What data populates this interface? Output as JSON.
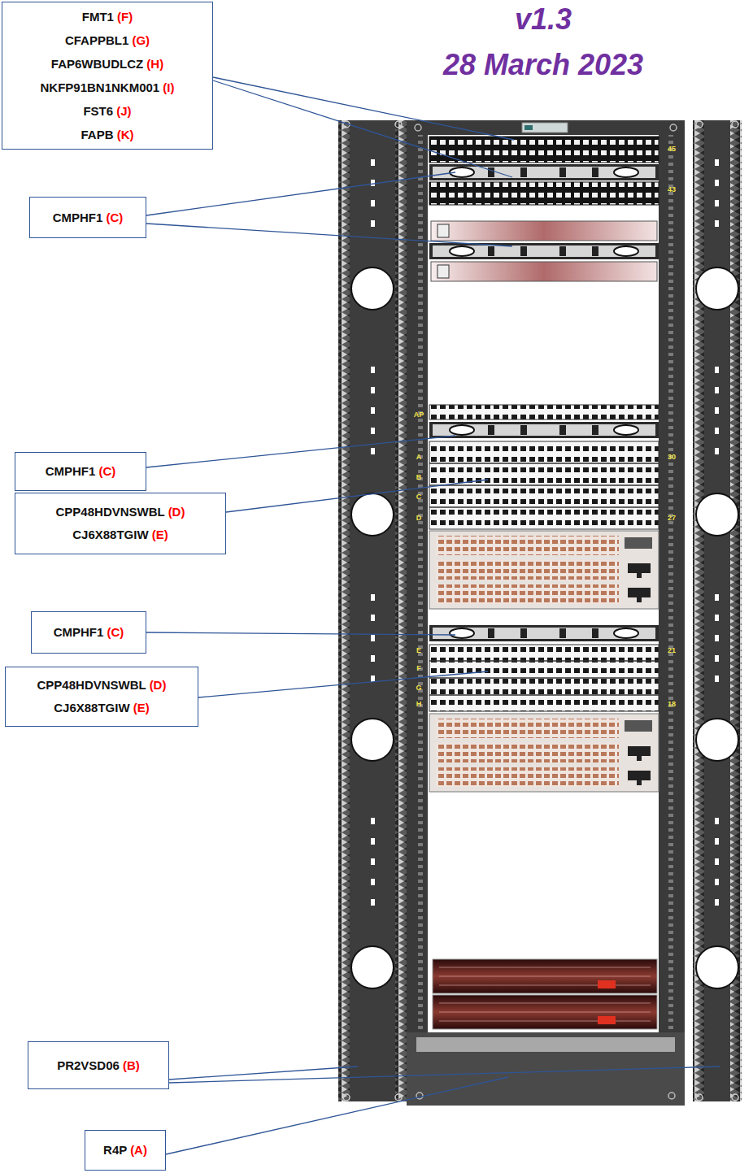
{
  "diagram": {
    "title": "v1.3",
    "nodes": [
      {
        "text": [
          "FMT1 (F)",
          "CFAPPBL1 (G)",
          "FAP6WBUDLCZ (H)",
          "NKFP91BN1NKM001 (I)",
          "FST6 (J)",
          "FAPB (K)"
        ]
      },
      {
        "text": [
          "CMPHF1 (C)"
        ]
      },
      {
        "text": [
          "CMPHF1 (C)"
        ]
      },
      {
        "text": [
          "CPP48HDVNSWBL (D)",
          "CJ6X88TGIW (E)"
        ]
      },
      {
        "text": [
          "CMPHF1 (C)"
        ]
      },
      {
        "text": [
          "CPP48HDVNSWBL (D)",
          "CJ6X88TGIW (E)"
        ]
      },
      {
        "text": [
          "PR2VSD06 (B)"
        ]
      },
      {
        "text": [
          "R4P (A)"
        ]
      }
    ],
    "labels": [
      "28 March 2023",
      "45",
      "43",
      "AP",
      "A",
      "B",
      "C",
      "D",
      "30",
      "27",
      "E",
      "F",
      "G",
      "H",
      "21",
      "18"
    ]
  }
}
